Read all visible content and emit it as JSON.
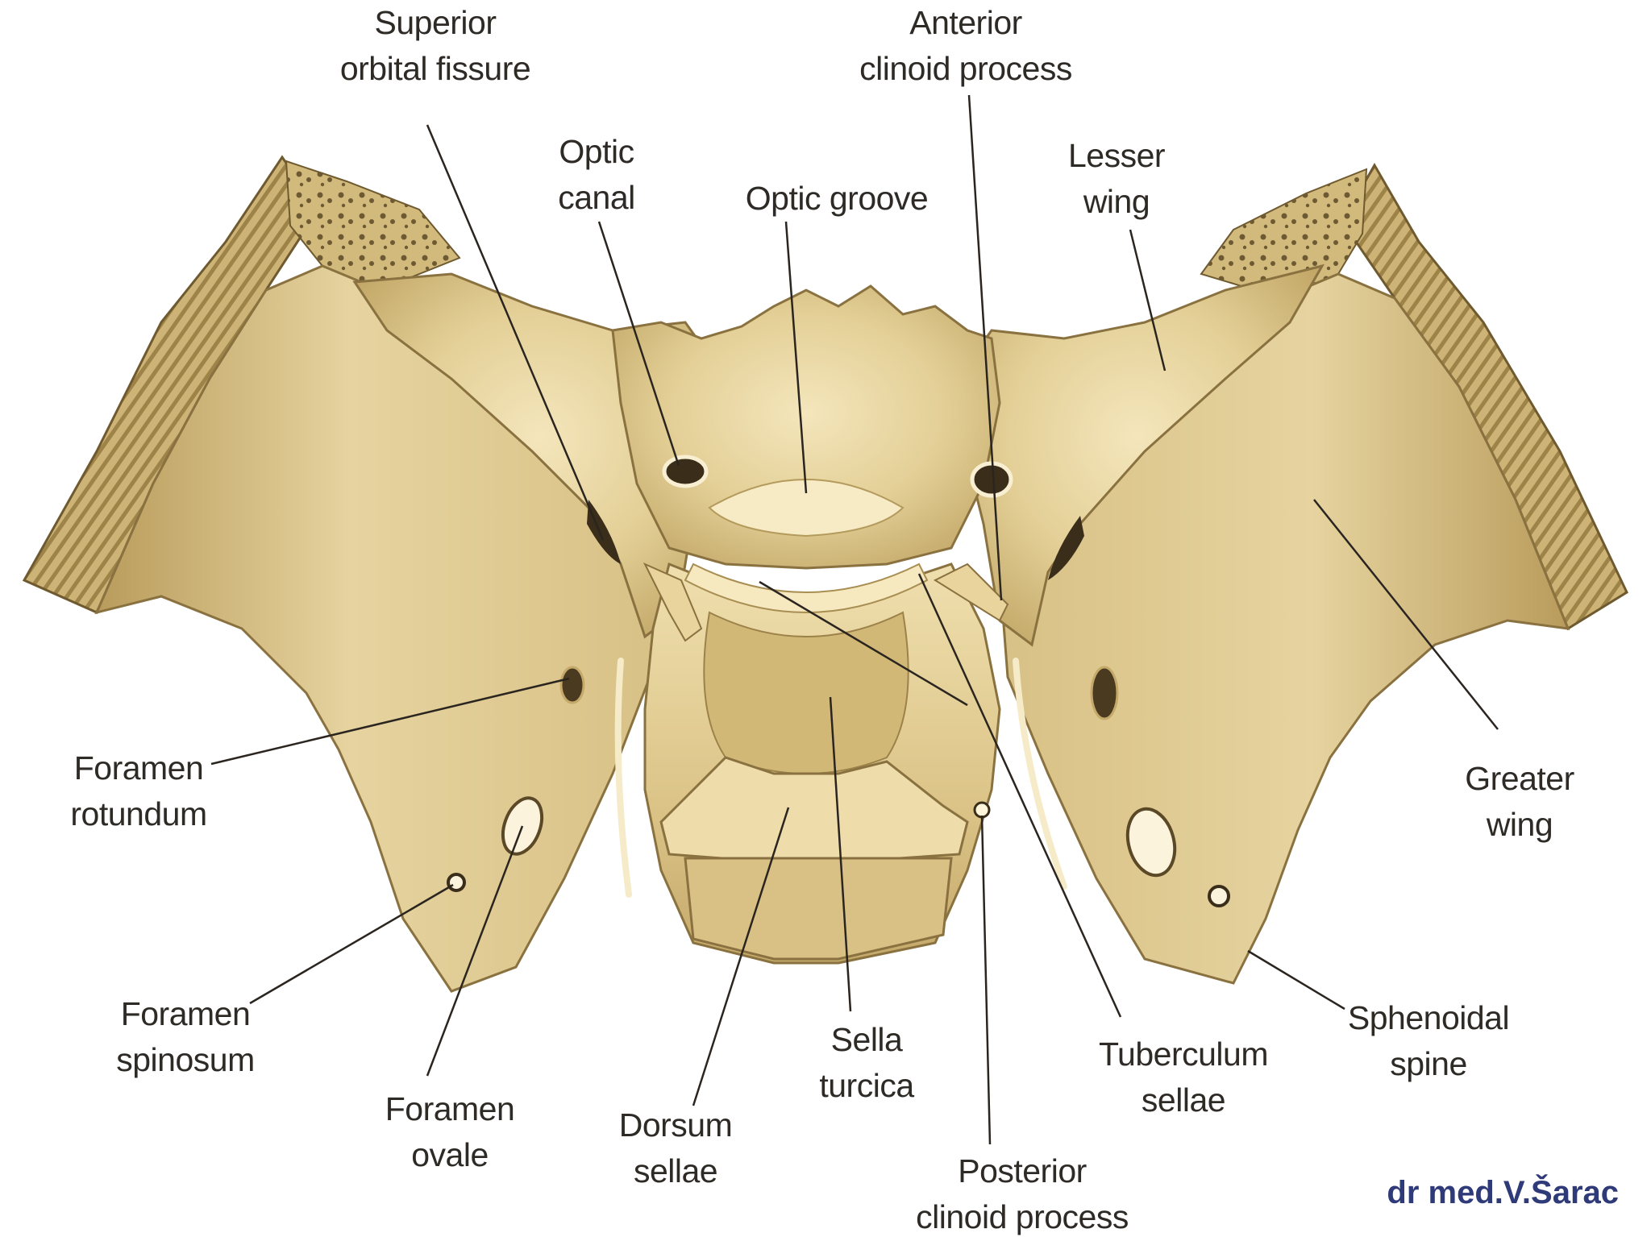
{
  "labels": {
    "superior_orbital_fissure": [
      "Superior",
      "orbital fissure"
    ],
    "anterior_clinoid_process": [
      "Anterior",
      "clinoid process"
    ],
    "optic_canal": [
      "Optic",
      "canal"
    ],
    "optic_groove": [
      "Optic groove"
    ],
    "lesser_wing": [
      "Lesser",
      "wing"
    ],
    "foramen_rotundum": [
      "Foramen",
      "rotundum"
    ],
    "greater_wing": [
      "Greater",
      "wing"
    ],
    "foramen_spinosum": [
      "Foramen",
      "spinosum"
    ],
    "sella_turcica": [
      "Sella",
      "turcica"
    ],
    "tuberculum_sellae": [
      "Tuberculum",
      "sellae"
    ],
    "sphenoidal_spine": [
      "Sphenoidal",
      "spine"
    ],
    "foramen_ovale": [
      "Foramen",
      "ovale"
    ],
    "dorsum_sellae": [
      "Dorsum",
      "sellae"
    ],
    "posterior_clinoid_process": [
      "Posterior",
      "clinoid process"
    ]
  },
  "credit": "dr med.V.Šarac",
  "colors": {
    "bone_light": "#f2e3b4",
    "bone_mid": "#ddc68a",
    "bone_shadow": "#b49a5c",
    "bone_dark": "#7c6535",
    "leader_line": "#2b2520",
    "label_text": "#2e2a26",
    "credit_text": "#2f3a78"
  }
}
